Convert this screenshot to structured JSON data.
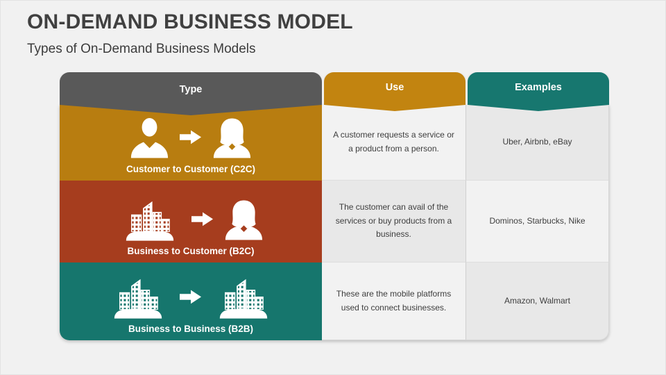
{
  "slide": {
    "title": "ON-DEMAND BUSINESS MODEL",
    "subtitle": "Types of On-Demand Business Models"
  },
  "table": {
    "headers": [
      {
        "label": "Type",
        "color": "#595959"
      },
      {
        "label": "Use",
        "color": "#c28410"
      },
      {
        "label": "Examples",
        "color": "#17776f"
      }
    ],
    "rows": [
      {
        "type_label": "Customer to Customer (C2C)",
        "row_color": "#b87d10",
        "icons": [
          "man-icon",
          "arrow-right-icon",
          "woman-icon"
        ],
        "use": "A customer requests a service or a product from a person.",
        "examples": "Uber, Airbnb, eBay"
      },
      {
        "type_label": "Business to Customer (B2C)",
        "row_color": "#a63d1e",
        "icons": [
          "buildings-icon",
          "arrow-right-icon",
          "woman-icon"
        ],
        "use": "The customer can avail of the services or buy products from a business.",
        "examples": "Dominos, Starbucks, Nike"
      },
      {
        "type_label": "Business to Business (B2B)",
        "row_color": "#16766d",
        "icons": [
          "buildings-icon",
          "arrow-right-icon",
          "buildings-icon"
        ],
        "use": "These are the mobile platforms used to connect businesses.",
        "examples": "Amazon, Walmart"
      }
    ],
    "cell_colors": {
      "light": "#f2f2f2",
      "dark": "#e8e8e8"
    }
  }
}
